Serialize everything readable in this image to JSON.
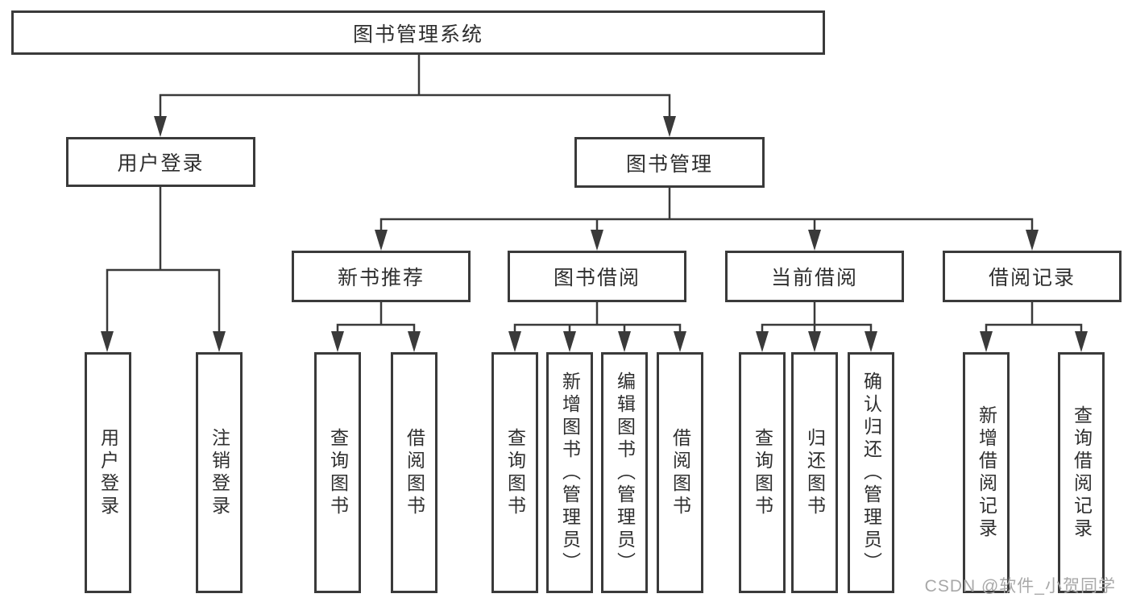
{
  "diagram_type": "functional-structure-tree",
  "colors": {
    "line": "#3a3a3a",
    "text": "#2f2f2f",
    "background": "#ffffff",
    "watermark": "#a8a8a8"
  },
  "tree": {
    "label": "图书管理系统",
    "children": [
      {
        "label": "用户登录",
        "children": [
          {
            "label": "用户登录"
          },
          {
            "label": "注销登录"
          }
        ]
      },
      {
        "label": "图书管理",
        "children": [
          {
            "label": "新书推荐",
            "children": [
              {
                "label": "查询图书"
              },
              {
                "label": "借阅图书"
              }
            ]
          },
          {
            "label": "图书借阅",
            "children": [
              {
                "label": "查询图书"
              },
              {
                "label": "新增图书（管理员）"
              },
              {
                "label": "编辑图书（管理员）"
              },
              {
                "label": "借阅图书"
              }
            ]
          },
          {
            "label": "当前借阅",
            "children": [
              {
                "label": "查询图书"
              },
              {
                "label": "归还图书"
              },
              {
                "label": "确认归还（管理员）"
              }
            ]
          },
          {
            "label": "借阅记录",
            "children": [
              {
                "label": "新增借阅记录"
              },
              {
                "label": "查询借阅记录"
              }
            ]
          }
        ]
      }
    ]
  },
  "watermark": {
    "text": "CSDN @软件_小贺同学"
  }
}
